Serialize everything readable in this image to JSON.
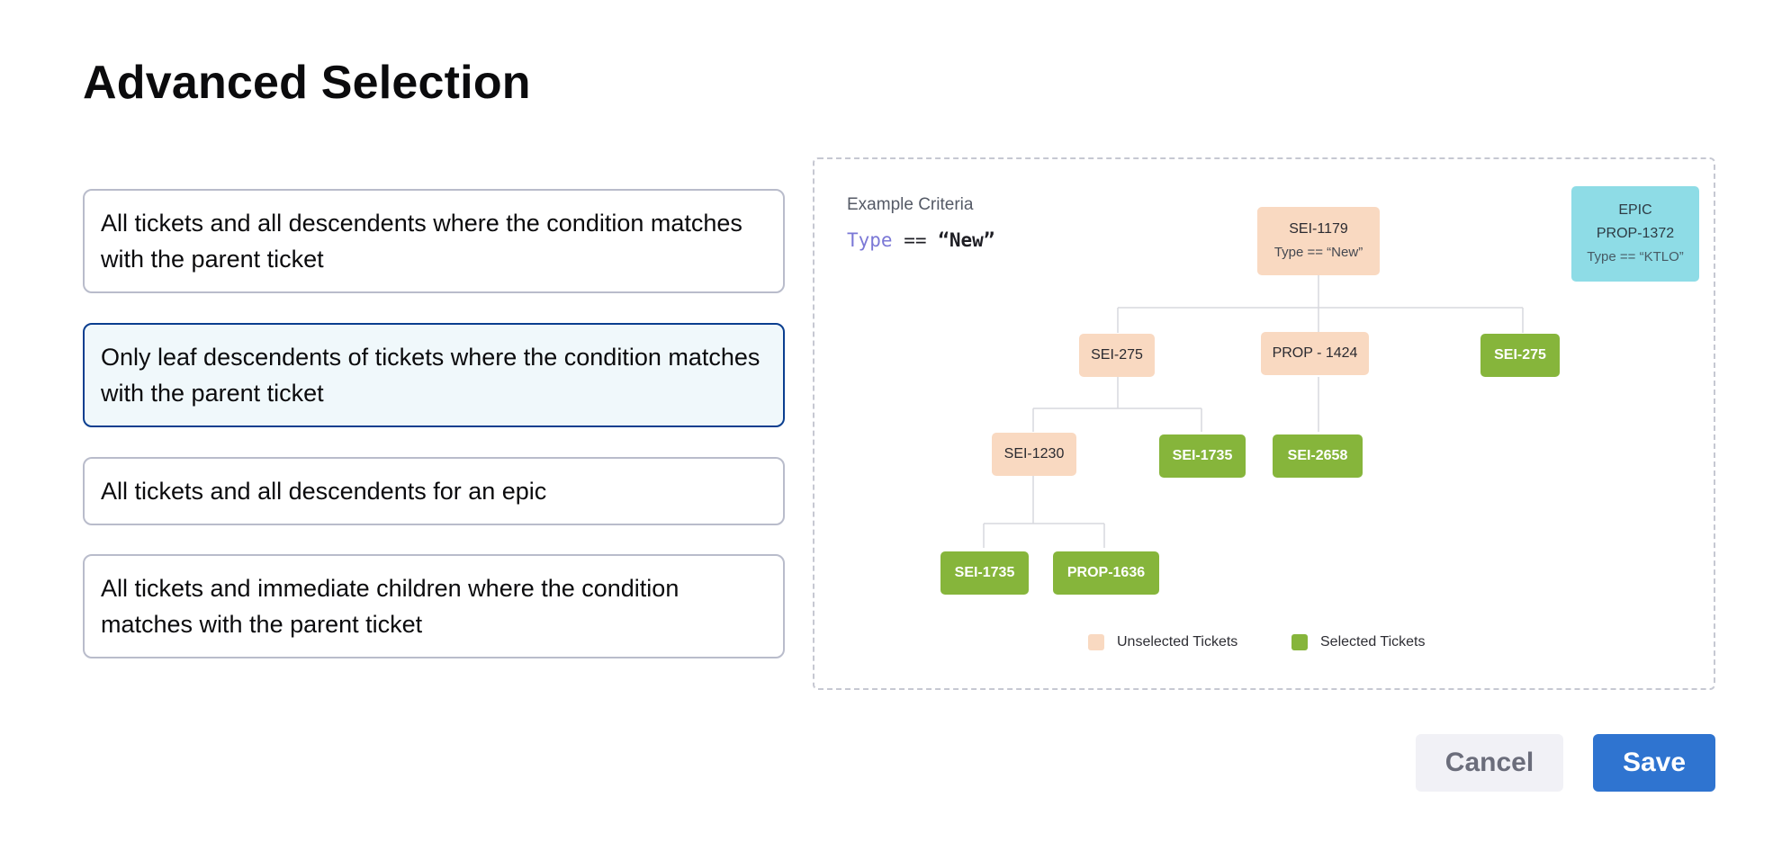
{
  "dialog": {
    "title": "Advanced Selection"
  },
  "options": [
    {
      "label": "All tickets and all descendents where the condition matches with the parent ticket",
      "selected": false
    },
    {
      "label": "Only leaf descendents of tickets where the condition matches with the parent ticket",
      "selected": true
    },
    {
      "label": "All tickets and all descendents for an epic",
      "selected": false
    },
    {
      "label": "All tickets and immediate children where the condition matches with the parent ticket",
      "selected": false
    }
  ],
  "example": {
    "criteria_label": "Example Criteria",
    "code_keyword": "Type",
    "code_operator": "==",
    "code_value": "“New”",
    "root": {
      "id": "SEI-1179",
      "condition": "Type == “New”"
    },
    "epic": {
      "type": "EPIC",
      "id": "PROP-1372",
      "condition": "Type == “KTLO”"
    },
    "nodes": {
      "sei275a": "SEI-275",
      "prop1424": "PROP - 1424",
      "sei275b": "SEI-275",
      "sei1230": "SEI-1230",
      "sei1735a": "SEI-1735",
      "sei2658": "SEI-2658",
      "sei1735b": "SEI-1735",
      "prop1636": "PROP-1636"
    },
    "legend": {
      "unselected": "Unselected Tickets",
      "selected": "Selected Tickets"
    },
    "colors": {
      "unselected": "#f9d9c1",
      "selected": "#86b53b",
      "epic": "#8edce6"
    }
  },
  "actions": {
    "cancel": "Cancel",
    "save": "Save"
  }
}
